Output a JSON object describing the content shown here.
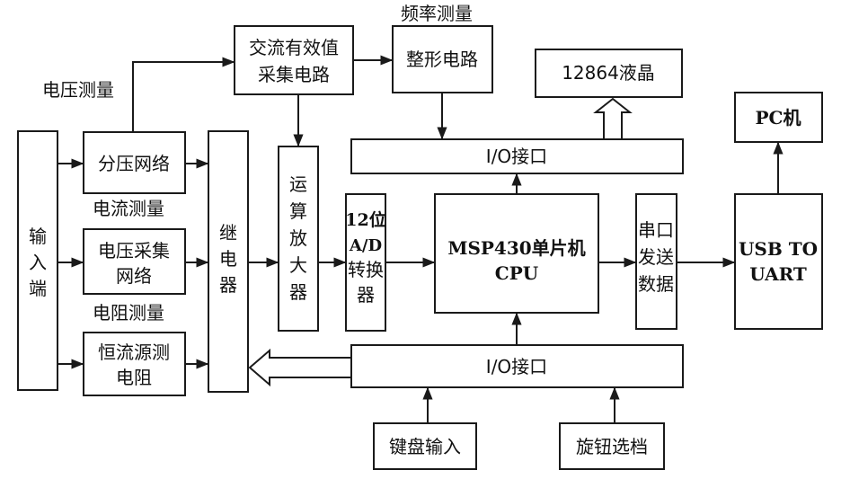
{
  "labels": {
    "voltage_measure": "电压测量",
    "current_measure": "电流测量",
    "resistance_measure": "电阻测量",
    "frequency_measure": "频率测量"
  },
  "blocks": {
    "input": [
      "输",
      "入",
      "端"
    ],
    "divider": "分压网络",
    "voltage_collect": [
      "电压采集",
      "网络"
    ],
    "constant_current": [
      "恒流源测",
      "电阻"
    ],
    "relay": [
      "继",
      "电",
      "器"
    ],
    "ac_rms": [
      "交流有效值",
      "采集电路"
    ],
    "opamp": [
      "运",
      "算",
      "放",
      "大",
      "器"
    ],
    "adc": [
      "12位",
      "A/D",
      "转换",
      "器"
    ],
    "shaping": "整形电路",
    "lcd": "12864液晶",
    "io_top": "I/O接口",
    "io_bottom": "I/O接口",
    "mcu": [
      "MSP430单片机",
      "CPU"
    ],
    "serial": [
      "串口",
      "发送",
      "数据"
    ],
    "usb_uart": [
      "USB TO",
      "UART"
    ],
    "pc": "PC机",
    "keyboard": "键盘输入",
    "knob": "旋钮选档"
  }
}
